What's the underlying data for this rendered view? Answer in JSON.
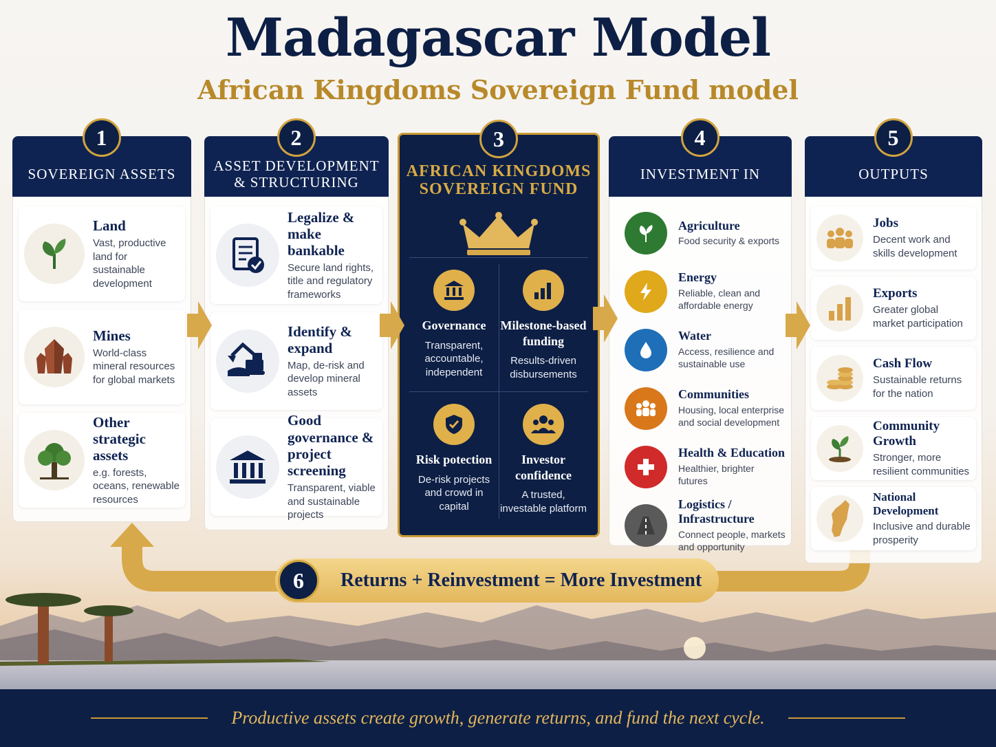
{
  "title": "Madagascar Model",
  "subtitle": "African Kingdoms Sovereign Fund model",
  "columns": {
    "c1": {
      "number": "1",
      "header": "SOVEREIGN ASSETS",
      "items": [
        {
          "title": "Land",
          "desc": "Vast, productive land for sustainable development",
          "icon": "leaf-icon"
        },
        {
          "title": "Mines",
          "desc": "World-class mineral resources for global markets",
          "icon": "crystal-icon"
        },
        {
          "title": "Other strategic assets",
          "desc": "e.g. forests, oceans, renewable resources",
          "icon": "tree-icon"
        }
      ]
    },
    "c2": {
      "number": "2",
      "header_line1": "ASSET DEVELOPMENT",
      "header_line2": "& STRUCTURING",
      "items": [
        {
          "title": "Legalize & make bankable",
          "desc": "Secure land rights, title and regulatory frameworks",
          "icon": "document-check-icon"
        },
        {
          "title": "Identify & expand",
          "desc": "Map, de-risk and develop mineral assets",
          "icon": "excavator-icon"
        },
        {
          "title": "Good governance & project screening",
          "desc": "Transparent, viable and sustainable projects",
          "icon": "bank-icon"
        }
      ]
    },
    "c3": {
      "number": "3",
      "header_line1": "AFRICAN KINGDOMS",
      "header_line2": "SOVEREIGN FUND",
      "cells": [
        {
          "title": "Governance",
          "desc": "Transparent, accountable, independent",
          "icon": "institution-icon"
        },
        {
          "title": "Milestone-based funding",
          "desc": "Results-driven disbursements",
          "icon": "bar-chart-icon"
        },
        {
          "title": "Risk potection",
          "desc": "De-risk projects and crowd in capital",
          "icon": "shield-icon"
        },
        {
          "title": "Investor confidence",
          "desc": "A trusted, investable platform",
          "icon": "people-icon"
        }
      ]
    },
    "c4": {
      "number": "4",
      "header": "INVESTMENT IN",
      "items": [
        {
          "title": "Agriculture",
          "desc": "Food security & exports",
          "icon": "leaf-icon",
          "color": "#2f7a32"
        },
        {
          "title": "Energy",
          "desc": "Reliable, clean and affordable energy",
          "icon": "lightning-icon",
          "color": "#e0a81b"
        },
        {
          "title": "Water",
          "desc": "Access, resilience and sustainable use",
          "icon": "water-drop-icon",
          "color": "#1f6fb8"
        },
        {
          "title": "Communities",
          "desc": "Housing, local enterprise and social development",
          "icon": "people-icon",
          "color": "#d9781b"
        },
        {
          "title": "Health & Education",
          "desc": "Healthier, brighter futures",
          "icon": "cross-icon",
          "color": "#d12a2a"
        },
        {
          "title": "Logistics / Infrastructure",
          "desc": "Connect people, markets and opportunity",
          "icon": "road-icon",
          "color": "#5a5a5a"
        }
      ]
    },
    "c5": {
      "number": "5",
      "header": "OUTPUTS",
      "items": [
        {
          "title": "Jobs",
          "desc": "Decent work and skills development",
          "icon": "people-icon"
        },
        {
          "title": "Exports",
          "desc": "Greater global market participation",
          "icon": "bar-chart-icon"
        },
        {
          "title": "Cash Flow",
          "desc": "Sustainable returns for the nation",
          "icon": "coins-icon"
        },
        {
          "title": "Community Growth",
          "desc": "Stronger, more resilient communities",
          "icon": "sprout-icon"
        },
        {
          "title": "National Development",
          "desc": "Inclusive and durable prosperity",
          "icon": "madagascar-map-icon"
        }
      ]
    }
  },
  "loop": {
    "number": "6",
    "text": "Returns + Reinvestment = More Investment"
  },
  "footer": "Productive assets create growth, generate returns, and fund the next cycle.",
  "colors": {
    "navy": "#0d1f45",
    "gold": "#c99a35",
    "gold_light": "#e3b75c"
  }
}
